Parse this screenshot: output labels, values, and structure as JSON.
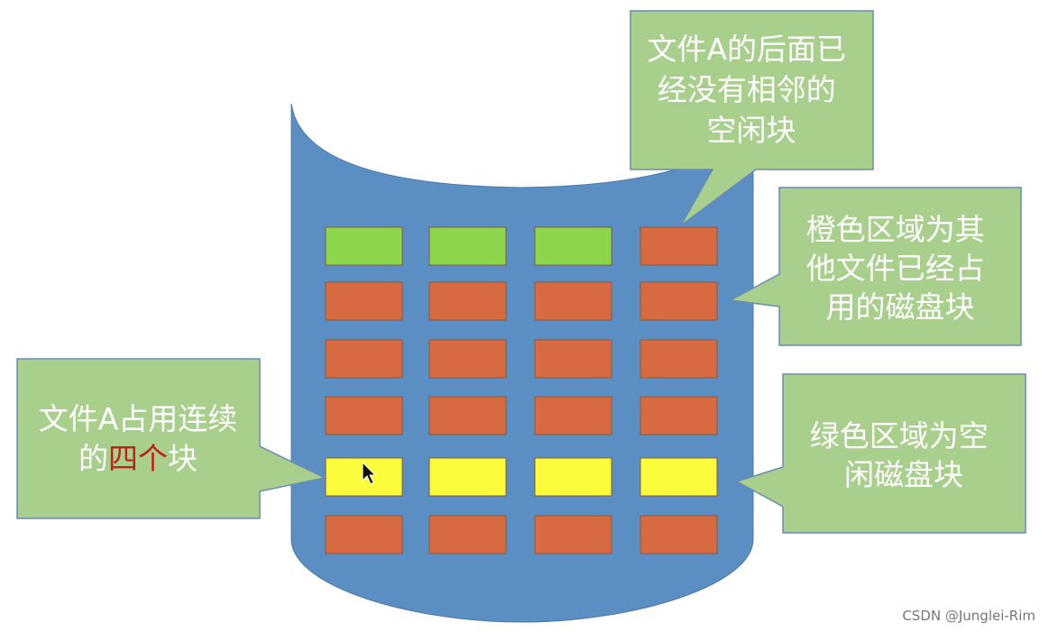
{
  "callouts": {
    "top": {
      "lines": [
        "文件A的后面已",
        "经没有相邻的",
        "空闲块"
      ]
    },
    "right_top": {
      "lines": [
        "橙色区域为其",
        "他文件已经占",
        "用的磁盘块"
      ]
    },
    "right_bottom": {
      "lines": [
        "绿色区域为空",
        "闲磁盘块"
      ]
    },
    "left": {
      "line1": "文件A占用连续",
      "line2_prefix": "的",
      "line2_highlight": "四个",
      "line2_suffix": "块"
    }
  },
  "disk": {
    "rows": [
      [
        "free",
        "free",
        "free",
        "used"
      ],
      [
        "used",
        "used",
        "used",
        "used"
      ],
      [
        "used",
        "used",
        "used",
        "used"
      ],
      [
        "used",
        "used",
        "used",
        "used"
      ],
      [
        "fileA",
        "fileA",
        "fileA",
        "fileA"
      ],
      [
        "used",
        "used",
        "used",
        "used"
      ]
    ]
  },
  "colors": {
    "disk_body": "#5b8fc3",
    "callout_fill": "#a9cf8c",
    "callout_stroke": "#6a8cb5",
    "free_block": "#8bd64b",
    "used_block": "#d86a42",
    "fileA_block": "#fafc3c",
    "block_stroke": "#8a5a3a",
    "highlight_text": "#c0221b"
  },
  "watermark": "CSDN @Junglei-Rim"
}
